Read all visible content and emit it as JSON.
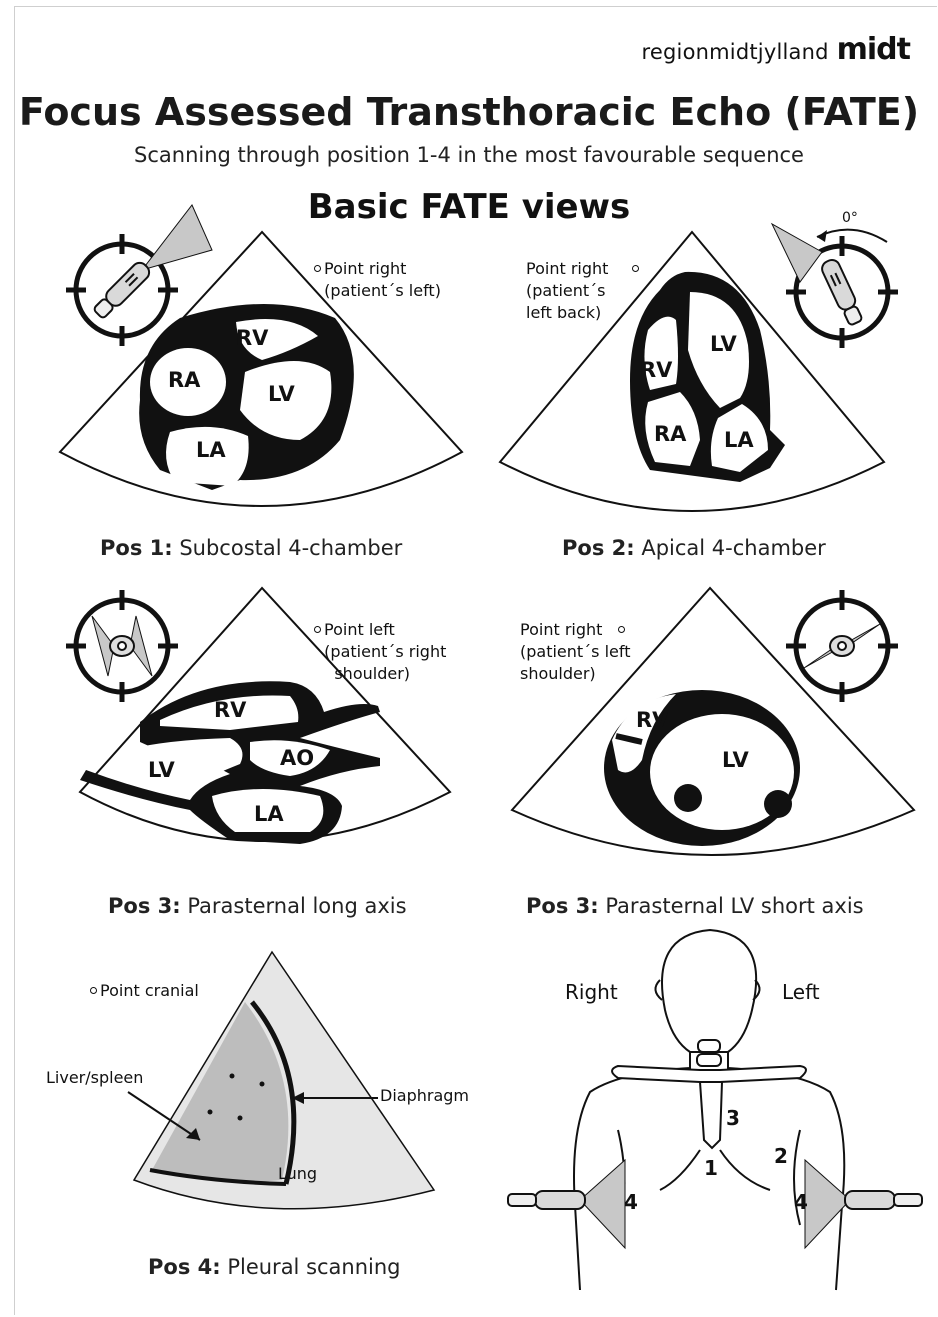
{
  "brand": {
    "name": "regionmidtjylland",
    "mark": "midt"
  },
  "title": "Focus Assessed Transthoracic Echo (FATE)",
  "subtitle": "Scanning through position 1-4 in the most favourable sequence",
  "section_title": "Basic FATE views",
  "views": [
    {
      "pos": "Pos 1:",
      "name": "Subcostal 4-chamber",
      "note": "Point right\n  (patient´s left)",
      "chambers": [
        "RV",
        "RA",
        "LV",
        "LA"
      ]
    },
    {
      "pos": "Pos 2:",
      "name": "Apical 4-chamber",
      "note": "Point right\n(patient´s\nleft back)",
      "angle": "0°",
      "chambers": [
        "LV",
        "RV",
        "RA",
        "LA"
      ]
    },
    {
      "pos": "Pos 3:",
      "name": "Parasternal long axis",
      "note": "Point left\n  (patient´s right\n    shoulder)",
      "chambers": [
        "RV",
        "LV",
        "AO",
        "LA"
      ]
    },
    {
      "pos": "Pos 3:",
      "name": "Parasternal LV short axis",
      "note": "Point right\n(patient´s left\nshoulder)",
      "chambers": [
        "RV",
        "LV"
      ]
    },
    {
      "pos": "Pos 4:",
      "name": "Pleural scanning",
      "note": "Point cranial",
      "labels": [
        "Liver/spleen",
        "Diaphragm",
        "Lung"
      ]
    }
  ],
  "body_diagram": {
    "right_label": "Right",
    "left_label": "Left",
    "positions": [
      "1",
      "2",
      "3",
      "4",
      "4"
    ]
  },
  "colors": {
    "ink": "#111111",
    "grey": "#bdbdbd",
    "light_grey": "#e6e6e6"
  }
}
